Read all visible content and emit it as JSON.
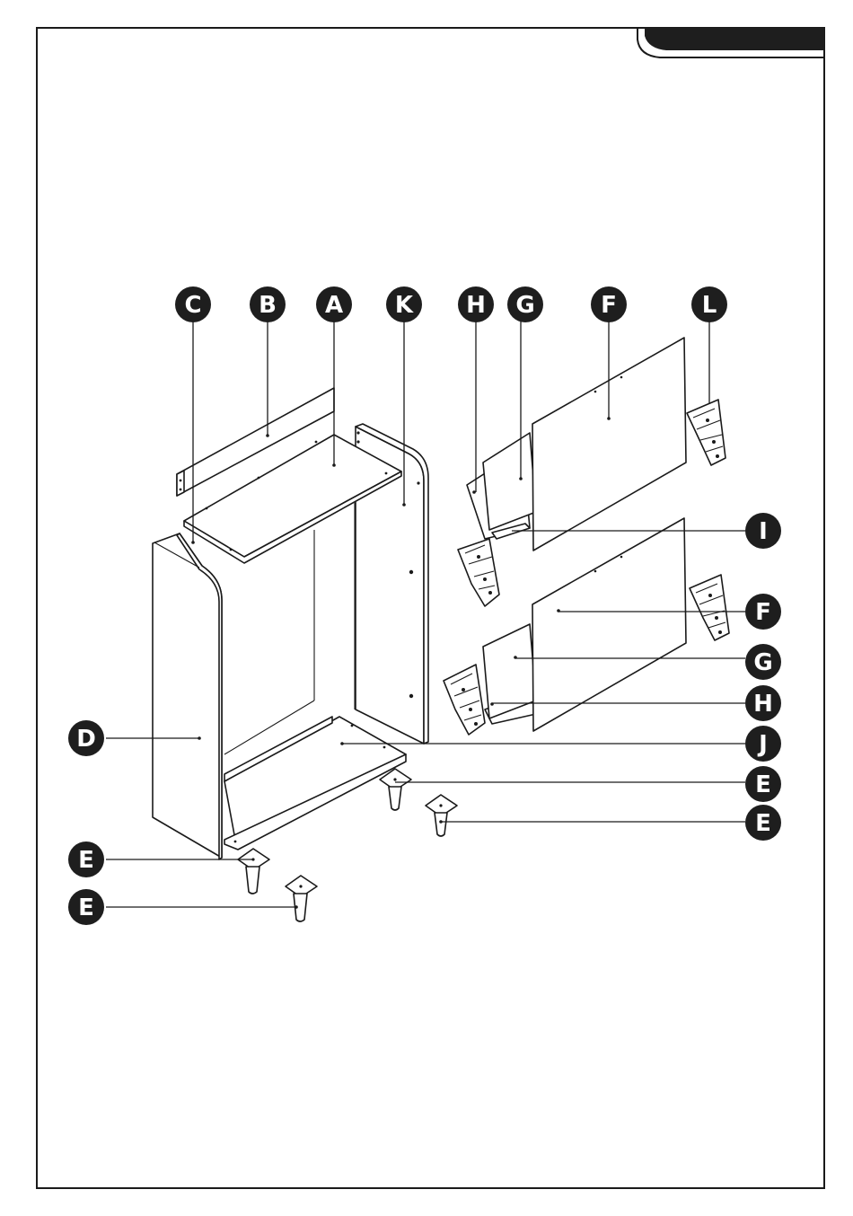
{
  "page": {
    "header_tab_text": ""
  },
  "labels": {
    "C": "C",
    "B": "B",
    "A": "A",
    "K": "K",
    "H": "H",
    "G": "G",
    "F": "F",
    "L": "L",
    "I": "I",
    "D": "D",
    "J": "J",
    "E": "E"
  },
  "colors": {
    "ink": "#1a1a1a",
    "badge": "#1e1e1e",
    "paper": "#ffffff"
  }
}
